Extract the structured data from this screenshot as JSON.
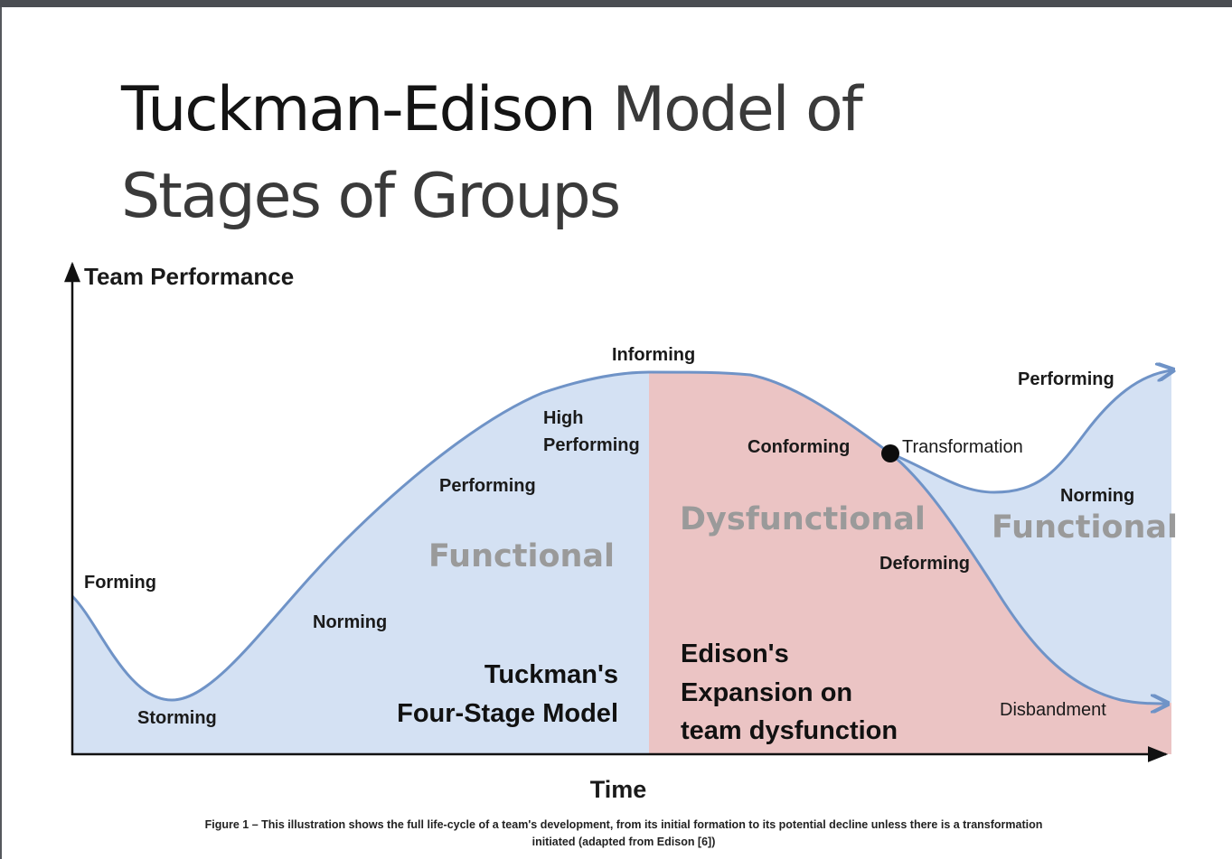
{
  "title": {
    "strong": "Tuckman-Edison",
    "rest_line1": " Model of",
    "line2": "Stages of Groups"
  },
  "axes": {
    "y_label": "Team Performance",
    "x_label": "Time"
  },
  "stages": {
    "forming": "Forming",
    "storming": "Storming",
    "norming": "Norming",
    "performing": "Performing",
    "high_line1": "High",
    "high_line2": "Performing",
    "informing": "Informing",
    "conforming": "Conforming",
    "transformation": "Transformation",
    "deforming": "Deforming",
    "norming2": "Norming",
    "performing2": "Performing",
    "disbandment": "Disbandment"
  },
  "regions": {
    "functional_left": "Functional",
    "dysfunctional": "Dysfunctional",
    "functional_right": "Functional"
  },
  "models": {
    "tuckman_line1": "Tuckman's",
    "tuckman_line2": "Four-Stage Model",
    "edison_line1": "Edison's",
    "edison_line2": "Expansion on",
    "edison_line3": "team dysfunction"
  },
  "caption": {
    "line1": "Figure 1 – This illustration shows the full life-cycle of a team's development, from its initial formation to its potential decline unless there is a transformation",
    "line2": "initiated (adapted from Edison [6])"
  },
  "colors": {
    "functional_fill": "#d4e1f3",
    "dysfunctional_fill": "#ebc4c4",
    "curve": "#6f93c7",
    "axis": "#111111",
    "region_text": "#9a9a9a"
  }
}
